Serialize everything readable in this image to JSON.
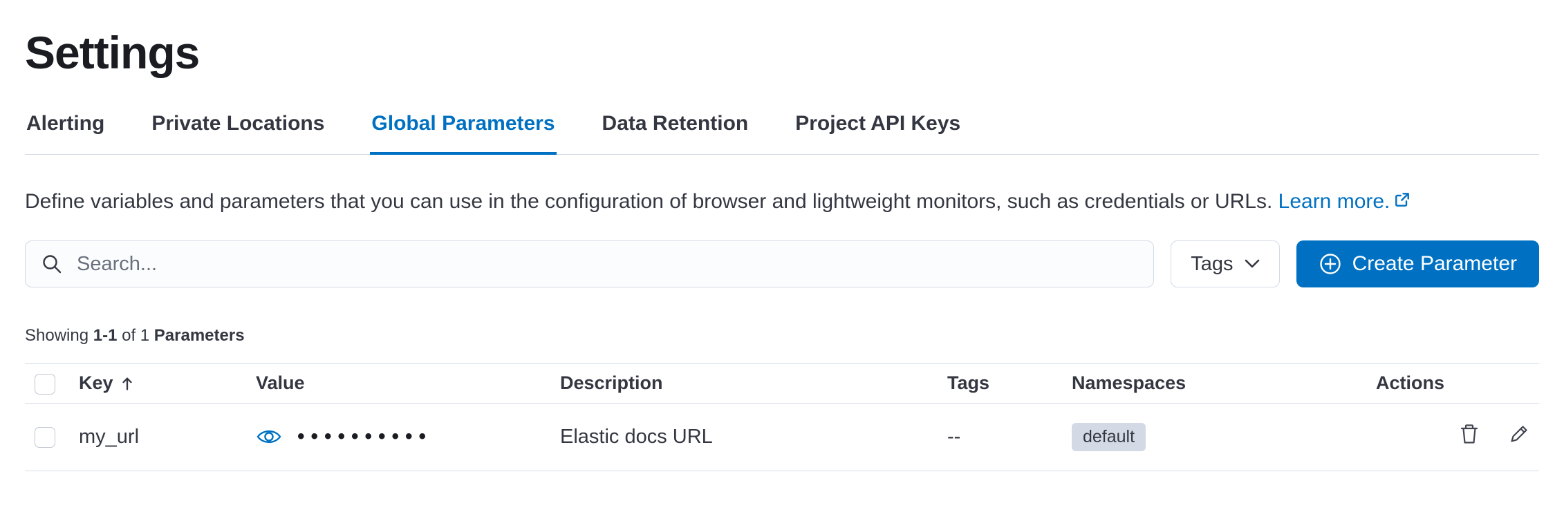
{
  "page": {
    "title": "Settings"
  },
  "tabs": [
    {
      "label": "Alerting"
    },
    {
      "label": "Private Locations"
    },
    {
      "label": "Global Parameters"
    },
    {
      "label": "Data Retention"
    },
    {
      "label": "Project API Keys"
    }
  ],
  "active_tab": "Global Parameters",
  "description": {
    "text": "Define variables and parameters that you can use in the configuration of browser and lightweight monitors, such as credentials or URLs.",
    "link": "Learn more."
  },
  "toolbar": {
    "search_placeholder": "Search...",
    "tags_label": "Tags",
    "create_label": "Create Parameter"
  },
  "summary": {
    "prefix": "Showing ",
    "range": "1-1",
    "middle": " of 1 ",
    "suffix": "Parameters"
  },
  "table": {
    "headers": {
      "key": "Key",
      "value": "Value",
      "description": "Description",
      "tags": "Tags",
      "namespaces": "Namespaces",
      "actions": "Actions"
    },
    "rows": [
      {
        "key": "my_url",
        "masked_value": "••••••••••",
        "description": "Elastic docs URL",
        "tags": "--",
        "namespace": "default"
      }
    ]
  },
  "icons": {
    "search": "search-icon",
    "chevron": "chevron-down-icon",
    "plus": "plus-in-circle-icon",
    "external": "external-link-icon",
    "sort": "sort-ascending-icon",
    "eye": "eye-icon",
    "trash": "trash-icon",
    "pencil": "pencil-icon"
  },
  "colors": {
    "primary": "#0071c2",
    "title_text": "#1a1c21",
    "body_text": "#343741",
    "border": "#d3dae6",
    "badge_bg": "#d3dae6",
    "icon_gray": "#40454f"
  }
}
